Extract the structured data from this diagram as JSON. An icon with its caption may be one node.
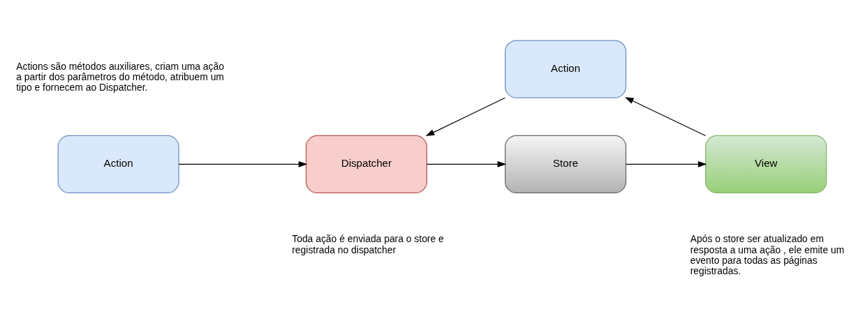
{
  "diagram": {
    "nodes": [
      {
        "text": [
          "Action"
        ]
      },
      {
        "text": [
          "Action"
        ]
      },
      {
        "text": [
          "Dispatcher"
        ]
      },
      {
        "text": [
          "Store"
        ]
      },
      {
        "text": [
          "View"
        ]
      }
    ],
    "edges": [
      {
        "from": 1,
        "to": 2,
        "arrow": "to"
      },
      {
        "from": 2,
        "to": 3,
        "arrow": "to"
      },
      {
        "from": 3,
        "to": 4,
        "arrow": "to"
      },
      {
        "from": 4,
        "to": 0,
        "arrow": "to"
      },
      {
        "from": 0,
        "to": 2,
        "arrow": "to"
      }
    ],
    "labels": [
      "Actions são métodos auxiliares, criam uma ação a partir dos parâmetros do método, atribuem um tipo e fornecem ao Dispatcher.",
      "Toda ação é enviada para o store e registrada no dispatcher",
      "Após o store ser atualizado em resposta a uma ação , ele emite um evento para todas as páginas registradas."
    ]
  }
}
